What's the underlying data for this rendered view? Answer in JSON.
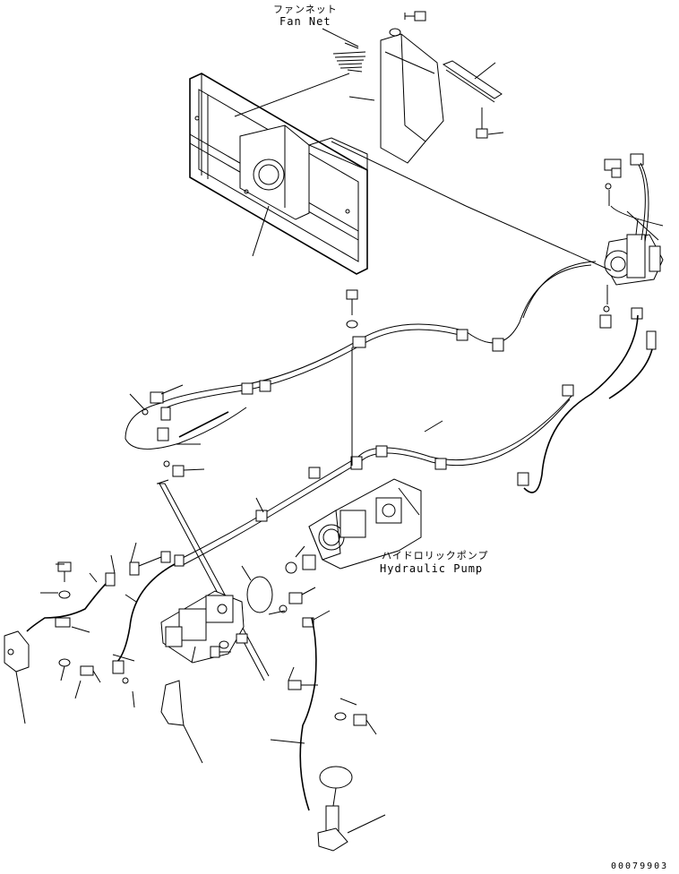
{
  "labels": {
    "fan_net_jp": "ファンネット",
    "fan_net_en": "Fan Net",
    "pump_jp": "ハイドロリックポンプ",
    "pump_en": "Hydraulic Pump",
    "drawing_code": "00079903"
  },
  "icons": [
    "fan-net-frame",
    "fan-net-cover",
    "bracket",
    "bolt",
    "washer",
    "control-valve",
    "hydraulic-pump",
    "gear-pump",
    "hose",
    "clamp",
    "accumulator",
    "elbow-fitting",
    "o-ring"
  ]
}
